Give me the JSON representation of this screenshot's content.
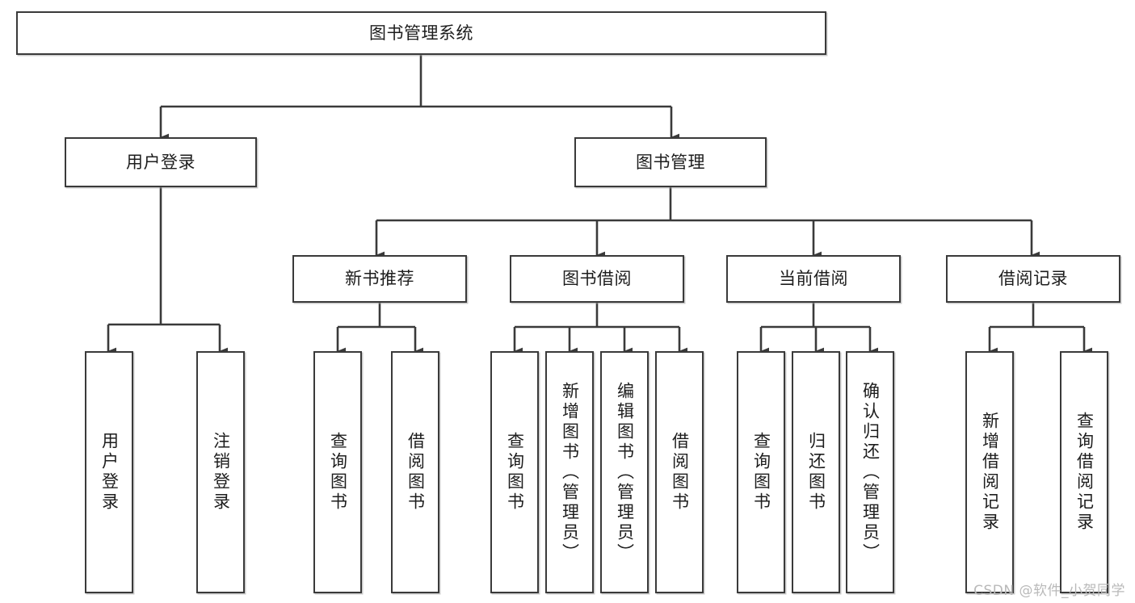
{
  "diagram": {
    "type": "tree-hierarchy",
    "title": "图书管理系统",
    "watermark": "CSDN @软件_小贺同学",
    "colors": {
      "box_border": "#3a3a3a",
      "box_fill": "#ffffff",
      "edge": "#3a3a3a",
      "text": "#1d1d1d",
      "watermark": "#b9b9b9"
    },
    "levels": [
      {
        "level": 1,
        "nodes": [
          {
            "id": "root",
            "label": "图书管理系统",
            "orientation": "horizontal"
          }
        ]
      },
      {
        "level": 2,
        "nodes": [
          {
            "id": "user-login",
            "label": "用户登录",
            "orientation": "horizontal",
            "parent": "root"
          },
          {
            "id": "book-manage",
            "label": "图书管理",
            "orientation": "horizontal",
            "parent": "root"
          }
        ]
      },
      {
        "level": 3,
        "nodes": [
          {
            "id": "new-book-rec",
            "label": "新书推荐",
            "orientation": "horizontal",
            "parent": "book-manage"
          },
          {
            "id": "book-borrow",
            "label": "图书借阅",
            "orientation": "horizontal",
            "parent": "book-manage"
          },
          {
            "id": "current-borrow",
            "label": "当前借阅",
            "orientation": "horizontal",
            "parent": "book-manage"
          },
          {
            "id": "borrow-record",
            "label": "借阅记录",
            "orientation": "horizontal",
            "parent": "book-manage"
          }
        ]
      },
      {
        "level": 4,
        "nodes": [
          {
            "id": "leaf-user-login",
            "label": "用户登录",
            "orientation": "vertical",
            "parent": "user-login"
          },
          {
            "id": "leaf-logout",
            "label": "注销登录",
            "orientation": "vertical",
            "parent": "user-login"
          },
          {
            "id": "leaf-query-book-1",
            "label": "查询图书",
            "orientation": "vertical",
            "parent": "new-book-rec"
          },
          {
            "id": "leaf-borrow-book-1",
            "label": "借阅图书",
            "orientation": "vertical",
            "parent": "new-book-rec"
          },
          {
            "id": "leaf-query-book-2",
            "label": "查询图书",
            "orientation": "vertical",
            "parent": "book-borrow"
          },
          {
            "id": "leaf-add-book",
            "label": "新增图书（管理员）",
            "orientation": "vertical",
            "parent": "book-borrow"
          },
          {
            "id": "leaf-edit-book",
            "label": "编辑图书（管理员）",
            "orientation": "vertical",
            "parent": "book-borrow"
          },
          {
            "id": "leaf-borrow-book-2",
            "label": "借阅图书",
            "orientation": "vertical",
            "parent": "book-borrow"
          },
          {
            "id": "leaf-query-book-3",
            "label": "查询图书",
            "orientation": "vertical",
            "parent": "current-borrow"
          },
          {
            "id": "leaf-return-book",
            "label": "归还图书",
            "orientation": "vertical",
            "parent": "current-borrow"
          },
          {
            "id": "leaf-confirm-return",
            "label": "确认归还（管理员）",
            "orientation": "vertical",
            "parent": "current-borrow"
          },
          {
            "id": "leaf-add-record",
            "label": "新增借阅记录",
            "orientation": "vertical",
            "parent": "borrow-record"
          },
          {
            "id": "leaf-query-record",
            "label": "查询借阅记录",
            "orientation": "vertical",
            "parent": "borrow-record"
          }
        ]
      }
    ]
  }
}
